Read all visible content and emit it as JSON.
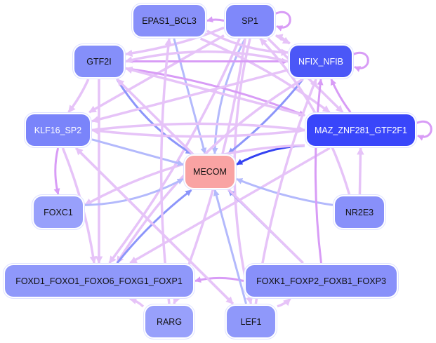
{
  "colors": {
    "edge_light": "#e6c3f8",
    "edge_mid": "#d89cf6",
    "edge_blue_light": "#b3b9fc",
    "edge_blue": "#8c95fa",
    "edge_strong": "#3442f2"
  },
  "nodes": [
    {
      "id": "EPAS1_BCL3",
      "label": "EPAS1_BCL3",
      "color": "#8890fa"
    },
    {
      "id": "SP1",
      "label": "SP1",
      "color": "#7f88fa"
    },
    {
      "id": "GTF2I",
      "label": "GTF2I",
      "color": "#858ffa"
    },
    {
      "id": "NFIX_NFIB",
      "label": "NFIX_NFIB",
      "color": "#4b57f7"
    },
    {
      "id": "KLF16_SP2",
      "label": "KLF16_SP2",
      "color": "#7a84fa"
    },
    {
      "id": "MAZ_ZNF281_GTF2F1",
      "label": "MAZ_ZNF281_GTF2F1",
      "color": "#3946fa"
    },
    {
      "id": "MECOM",
      "label": "MECOM",
      "color": "#f9a3a3"
    },
    {
      "id": "FOXC1",
      "label": "FOXC1",
      "color": "#98a0fb"
    },
    {
      "id": "NR2E3",
      "label": "NR2E3",
      "color": "#8890fa"
    },
    {
      "id": "FOXD1",
      "label": "FOXD1_FOXO1_FOXO6_FOXG1_FOXP1",
      "color": "#8f98fa"
    },
    {
      "id": "FOXK1",
      "label": "FOXK1_FOXP2_FOXB1_FOXP3",
      "color": "#8890fa"
    },
    {
      "id": "RARG",
      "label": "RARG",
      "color": "#98a0fb"
    },
    {
      "id": "LEF1",
      "label": "LEF1",
      "color": "#8f98fa"
    }
  ],
  "edges": [
    [
      "SP1",
      "EPAS1_BCL3",
      "mid"
    ],
    [
      "SP1",
      "SP1",
      "mid"
    ],
    [
      "SP1",
      "NFIX_NFIB",
      "light"
    ],
    [
      "NFIX_NFIB",
      "SP1",
      "light"
    ],
    [
      "SP1",
      "GTF2I",
      "light"
    ],
    [
      "SP1",
      "KLF16_SP2",
      "light"
    ],
    [
      "SP1",
      "MECOM",
      "blue_light"
    ],
    [
      "SP1",
      "FOXD1",
      "light"
    ],
    [
      "SP1",
      "MAZ_ZNF281_GTF2F1",
      "light"
    ],
    [
      "SP1",
      "LEF1",
      "light"
    ],
    [
      "SP1",
      "RARG",
      "light"
    ],
    [
      "EPAS1_BCL3",
      "MECOM",
      "blue_light"
    ],
    [
      "EPAS1_BCL3",
      "NFIX_NFIB",
      "light"
    ],
    [
      "EPAS1_BCL3",
      "MAZ_ZNF281_GTF2F1",
      "light"
    ],
    [
      "GTF2I",
      "NFIX_NFIB",
      "mid"
    ],
    [
      "NFIX_NFIB",
      "GTF2I",
      "light"
    ],
    [
      "GTF2I",
      "MAZ_ZNF281_GTF2F1",
      "mid"
    ],
    [
      "MAZ_ZNF281_GTF2F1",
      "GTF2I",
      "light"
    ],
    [
      "GTF2I",
      "MECOM",
      "blue"
    ],
    [
      "GTF2I",
      "KLF16_SP2",
      "light"
    ],
    [
      "GTF2I",
      "FOXD1",
      "light"
    ],
    [
      "NFIX_NFIB",
      "NFIX_NFIB",
      "mid"
    ],
    [
      "NFIX_NFIB",
      "MECOM",
      "blue"
    ],
    [
      "NFIX_NFIB",
      "KLF16_SP2",
      "light"
    ],
    [
      "NFIX_NFIB",
      "FOXD1",
      "light"
    ],
    [
      "MAZ_ZNF281_GTF2F1",
      "NFIX_NFIB",
      "mid"
    ],
    [
      "MAZ_ZNF281_GTF2F1",
      "MAZ_ZNF281_GTF2F1",
      "mid"
    ],
    [
      "MAZ_ZNF281_GTF2F1",
      "MECOM",
      "strong"
    ],
    [
      "MAZ_ZNF281_GTF2F1",
      "KLF16_SP2",
      "light"
    ],
    [
      "MAZ_ZNF281_GTF2F1",
      "FOXD1",
      "light"
    ],
    [
      "MAZ_ZNF281_GTF2F1",
      "FOXC1",
      "light"
    ],
    [
      "KLF16_SP2",
      "MAZ_ZNF281_GTF2F1",
      "light"
    ],
    [
      "KLF16_SP2",
      "MECOM",
      "blue_light"
    ],
    [
      "KLF16_SP2",
      "FOXC1",
      "mid"
    ],
    [
      "KLF16_SP2",
      "FOXD1",
      "light"
    ],
    [
      "KLF16_SP2",
      "LEF1",
      "light"
    ],
    [
      "FOXC1",
      "MECOM",
      "blue_light"
    ],
    [
      "NR2E3",
      "MECOM",
      "blue_light"
    ],
    [
      "NR2E3",
      "MAZ_ZNF281_GTF2F1",
      "light"
    ],
    [
      "NR2E3",
      "SP1",
      "light"
    ],
    [
      "FOXD1",
      "MECOM",
      "blue"
    ],
    [
      "FOXK1",
      "MECOM",
      "blue"
    ],
    [
      "FOXK1",
      "FOXD1",
      "mid"
    ],
    [
      "FOXK1",
      "NFIX_NFIB",
      "mid"
    ],
    [
      "FOXK1",
      "GTF2I",
      "light"
    ],
    [
      "RARG",
      "FOXD1",
      "light"
    ],
    [
      "RARG",
      "EPAS1_BCL3",
      "light"
    ],
    [
      "LEF1",
      "MECOM",
      "blue_light"
    ],
    [
      "LEF1",
      "FOXK1",
      "light"
    ],
    [
      "LEF1",
      "NFIX_NFIB",
      "light"
    ],
    [
      "LEF1",
      "KLF16_SP2",
      "light"
    ]
  ]
}
